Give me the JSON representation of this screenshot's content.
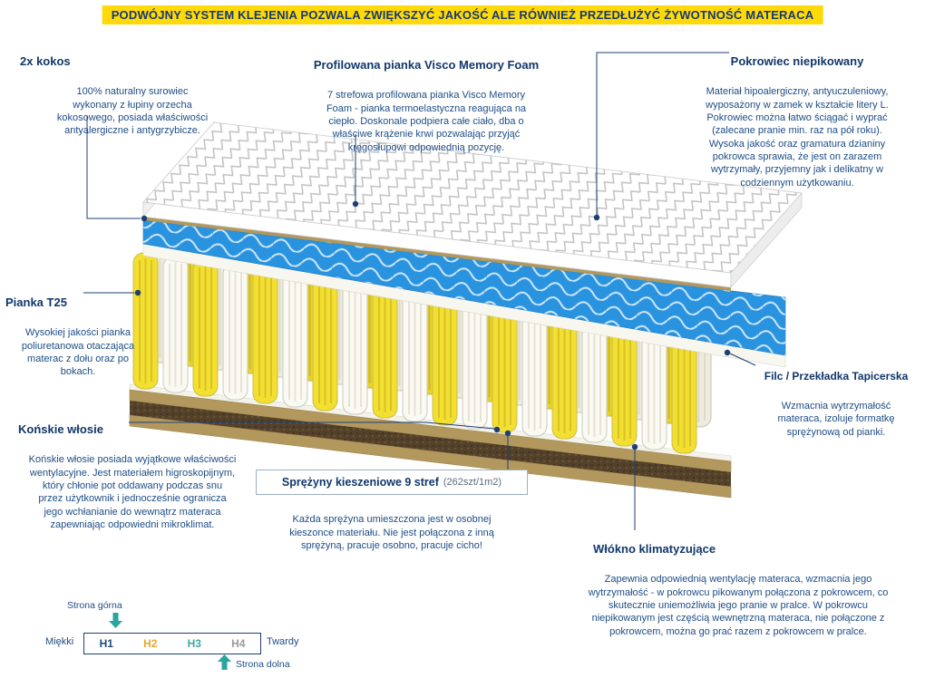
{
  "banner": {
    "text": "PODWÓJNY SYSTEM KLEJENIA POZWALA ZWIĘKSZYĆ JAKOŚĆ ALE RÓWNIEŻ PRZEDŁUŻYĆ ŻYWOTNOŚĆ MATERACA"
  },
  "annotations": {
    "kokos": {
      "title": "2x kokos",
      "body": "100% naturalny surowiec\nwykonany z łupiny orzecha\nkokosowego, posiada właściwości\nantyalergiczne i antygrzybicze."
    },
    "visco": {
      "title": "Profilowana pianka Visco Memory Foam",
      "body": "7 strefowa profilowana pianka Visco Memory\nFoam - pianka termoelastyczna reagująca na\nciepło.  Doskonale podpiera całe ciało, dba o\nwłaściwe krążenie krwi pozwalając przyjąć\nkręgosłupowi odpowiednią pozycję."
    },
    "pokrowiec": {
      "title": "Pokrowiec niepikowany",
      "body": "Materiał hipoalergiczny, antyuczuleniowy,\nwyposażony w zamek w kształcie litery L.\nPokrowiec można łatwo ściągać i wyprać\n(zalecane pranie min.  raz na pół roku).\nWysoka jakość oraz gramatura dzianiny\npokrowca sprawia, że jest on zarazem\nwytrzymały, przyjemny jak i delikatny w\ncodziennym użytkowaniu."
    },
    "pianka": {
      "title": "Pianka T25",
      "body": "Wysokiej jakości pianka\npoliuretanowa otaczająca\nmaterac z dołu oraz po\nbokach."
    },
    "konskie": {
      "title": "Końskie włosie",
      "body": "Końskie włosie posiada wyjątkowe właściwości\nwentylacyjne. Jest materiałem higroskopijnym,\nktóry chłonie pot oddawany podczas snu\nprzez użytkownik i jednocześnie ogranicza\njego wchłanianie do wewnątrz materaca\nzapewniając odpowiedni mikroklimat."
    },
    "sprezyny": {
      "title": "Sprężyny kieszeniowe 9 stref",
      "count": "(262szt/1m2)",
      "body": "Każda sprężyna umieszczona jest w osobnej\nkieszonce materiału. Nie jest połączona z inną\nsprężyną, pracuje osobno, pracuje cicho!"
    },
    "filc": {
      "title": "Filc / Przekładka Tapicerska",
      "body": "Wzmacnia wytrzymałość\nmateraca, izoluje formatkę\nsprężynową od pianki."
    },
    "wlokno": {
      "title": "Włókno klimatyzujące",
      "body": "Zapewnia odpowiednią wentylację materaca, wzmacnia jego\nwytrzymałość - w pokrowcu pikowanym połączona z pokrowcem, co\nskutecznie uniemożliwia jego pranie w pralce.  W pokrowcu\nniepikowanym jest częścią wewnętrzną materaca, nie połączone z\npokrowcem, można go prać razem z pokrowcem w pralce."
    }
  },
  "scale": {
    "top_side_label": "Strona górna",
    "bottom_side_label": "Strona dolna",
    "soft_label": "Miękki",
    "hard_label": "Twardy",
    "selected_level": "H2",
    "levels": [
      {
        "label": "H1",
        "color": "#1d4a7a"
      },
      {
        "label": "H2",
        "color": "#e8a52e"
      },
      {
        "label": "H3",
        "color": "#3fa69f"
      },
      {
        "label": "H4",
        "color": "#9b9b9b"
      }
    ]
  },
  "colors": {
    "text_navy": "#1d4c86",
    "banner_yellow": "#ffd90a",
    "visco_blue": "#2a93e0",
    "spring_yellow": "#f3df2f",
    "t25_tan": "#b3985e",
    "coconut_dark": "#54412a",
    "arrow_teal": "#2aa5a0"
  }
}
